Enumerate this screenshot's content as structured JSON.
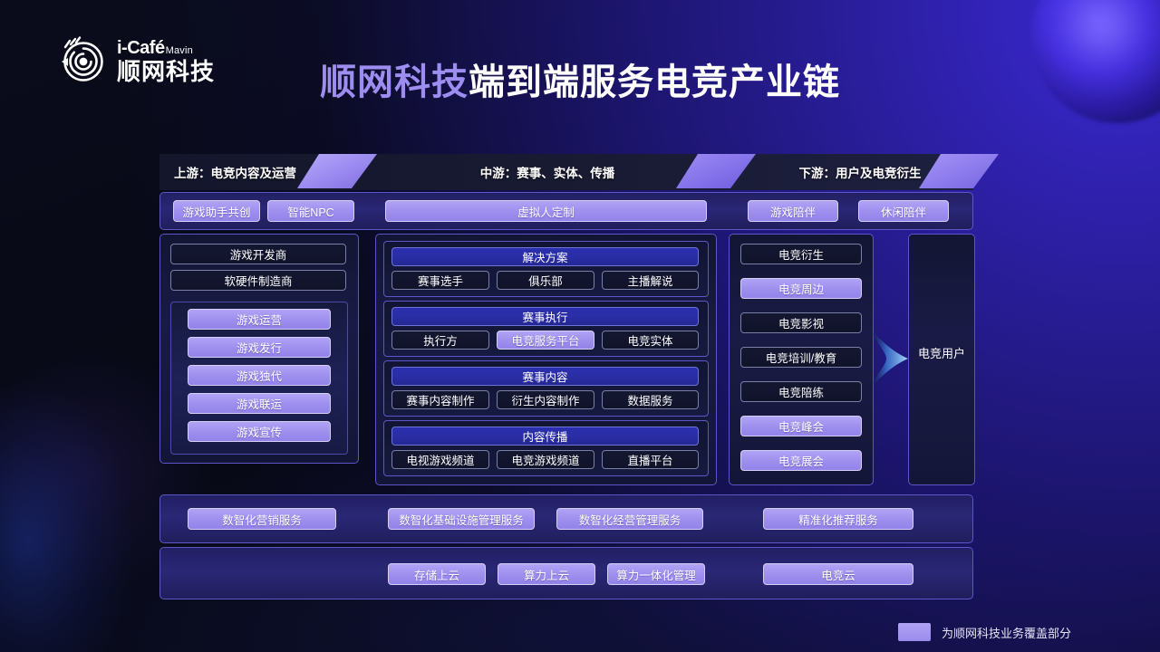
{
  "logo": {
    "icafe": "i-Café",
    "mavin": "Mavin",
    "cn": "顺网科技",
    "mark_icon": "spiral-eye-logo-icon"
  },
  "title": {
    "highlight": "顺网科技",
    "rest": "端到端服务电竞产业链"
  },
  "headers": [
    {
      "label": "上游：电竞内容及运营"
    },
    {
      "label": "中游：赛事、实体、传播"
    },
    {
      "label": "下游：用户及电竞衍生"
    }
  ],
  "npc_row": [
    {
      "label": "游戏助手共创",
      "style": "purple"
    },
    {
      "label": "智能NPC",
      "style": "purple"
    },
    {
      "label": "虚拟人定制",
      "style": "purple"
    },
    {
      "label": "游戏陪伴",
      "style": "purple"
    },
    {
      "label": "休闲陪伴",
      "style": "purple"
    }
  ],
  "left_column": {
    "top_items": [
      {
        "label": "游戏开发商",
        "style": "dark"
      },
      {
        "label": "软硬件制造商",
        "style": "dark"
      }
    ],
    "panel_items": [
      {
        "label": "游戏运营",
        "style": "purple"
      },
      {
        "label": "游戏发行",
        "style": "purple"
      },
      {
        "label": "游戏独代",
        "style": "purple"
      },
      {
        "label": "游戏联运",
        "style": "purple"
      },
      {
        "label": "游戏宣传",
        "style": "purple"
      }
    ]
  },
  "mid_column": {
    "sections": [
      {
        "header": "解决方案",
        "items": [
          {
            "label": "赛事选手",
            "style": "dark"
          },
          {
            "label": "俱乐部",
            "style": "dark"
          },
          {
            "label": "主播解说",
            "style": "dark"
          }
        ]
      },
      {
        "header": "赛事执行",
        "items": [
          {
            "label": "执行方",
            "style": "dark"
          },
          {
            "label": "电竞服务平台",
            "style": "purple"
          },
          {
            "label": "电竞实体",
            "style": "dark"
          }
        ]
      },
      {
        "header": "赛事内容",
        "items": [
          {
            "label": "赛事内容制作",
            "style": "dark"
          },
          {
            "label": "衍生内容制作",
            "style": "dark"
          },
          {
            "label": "数据服务",
            "style": "dark"
          }
        ]
      },
      {
        "header": "内容传播",
        "items": [
          {
            "label": "电视游戏频道",
            "style": "dark"
          },
          {
            "label": "电竞游戏频道",
            "style": "dark"
          },
          {
            "label": "直播平台",
            "style": "dark"
          }
        ]
      }
    ]
  },
  "right_column": {
    "items": [
      {
        "label": "电竞衍生",
        "style": "dark"
      },
      {
        "label": "电竞周边",
        "style": "purple"
      },
      {
        "label": "电竞影视",
        "style": "dark"
      },
      {
        "label": "电竞培训/教育",
        "style": "dark"
      },
      {
        "label": "电竞陪练",
        "style": "dark"
      },
      {
        "label": "电竞峰会",
        "style": "purple"
      },
      {
        "label": "电竞展会",
        "style": "purple"
      }
    ],
    "arrow_icon": "curved-right-arrow-icon"
  },
  "user_box": {
    "label": "电竞用户"
  },
  "bottom_row_1": [
    {
      "label": "数智化营销服务",
      "style": "purple"
    },
    {
      "label": "数智化基础设施管理服务",
      "style": "purple"
    },
    {
      "label": "数智化经营管理服务",
      "style": "purple"
    },
    {
      "label": "精准化推荐服务",
      "style": "purple"
    }
  ],
  "bottom_row_2": [
    {
      "label": "存储上云",
      "style": "purple"
    },
    {
      "label": "算力上云",
      "style": "purple"
    },
    {
      "label": "算力一体化管理",
      "style": "purple"
    },
    {
      "label": "电竞云",
      "style": "purple"
    }
  ],
  "legend": {
    "text": "为顺网科技业务覆盖部分",
    "color": "#a396f1"
  },
  "colors": {
    "purple": "#9e8eee",
    "blue_header": "#2b2fae",
    "panel_border": "#5b57c9",
    "background": "#080a18"
  }
}
